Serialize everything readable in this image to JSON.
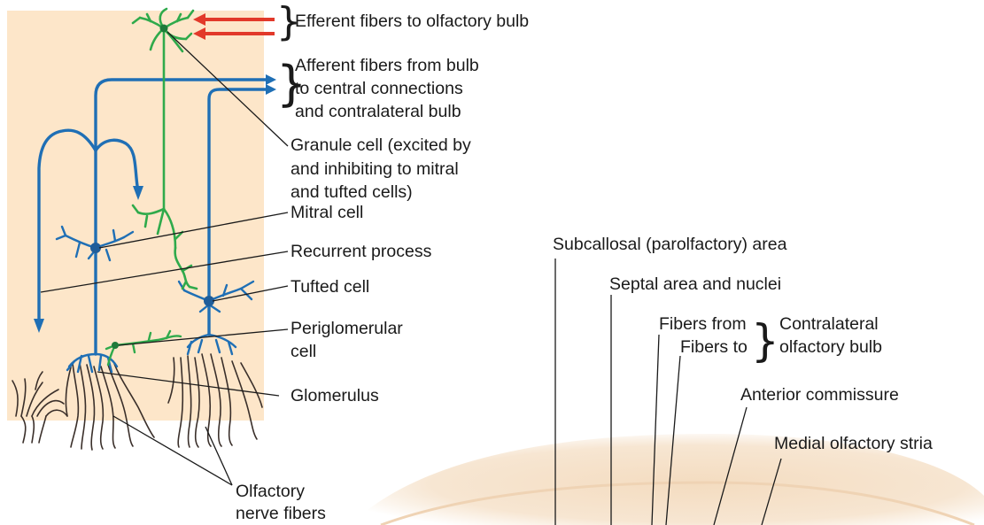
{
  "colors": {
    "panel": "#fde6c9",
    "tissue": "#f3dcc2",
    "blue_fiber": "#1f6fb5",
    "green_fiber": "#2faa4b",
    "red_arrow": "#e2392a",
    "leader": "#1a1a1a",
    "nerve": "#3a2f2a"
  },
  "labels": {
    "efferent": "Efferent fibers to olfactory bulb",
    "afferent_l1": "Afferent fibers from bulb",
    "afferent_l2": "to central connections",
    "afferent_l3": "and contralateral bulb",
    "granule_l1": "Granule cell (excited by",
    "granule_l2": "and inhibiting to mitral",
    "granule_l3": "and tufted cells)",
    "mitral": "Mitral cell",
    "recurrent": "Recurrent process",
    "tufted": "Tufted cell",
    "periglomerular_l1": "Periglomerular",
    "periglomerular_l2": "cell",
    "glomerulus": "Glomerulus",
    "olfactory_l1": "Olfactory",
    "olfactory_l2": "nerve fibers",
    "subcallosal": "Subcallosal (parolfactory) area",
    "septal": "Septal area and nuclei",
    "fibers_from": "Fibers from",
    "fibers_to": "Fibers to",
    "contralateral_l1": "Contralateral",
    "contralateral_l2": "olfactory bulb",
    "anterior_commissure": "Anterior commissure",
    "medial_stria": "Medial olfactory stria"
  }
}
